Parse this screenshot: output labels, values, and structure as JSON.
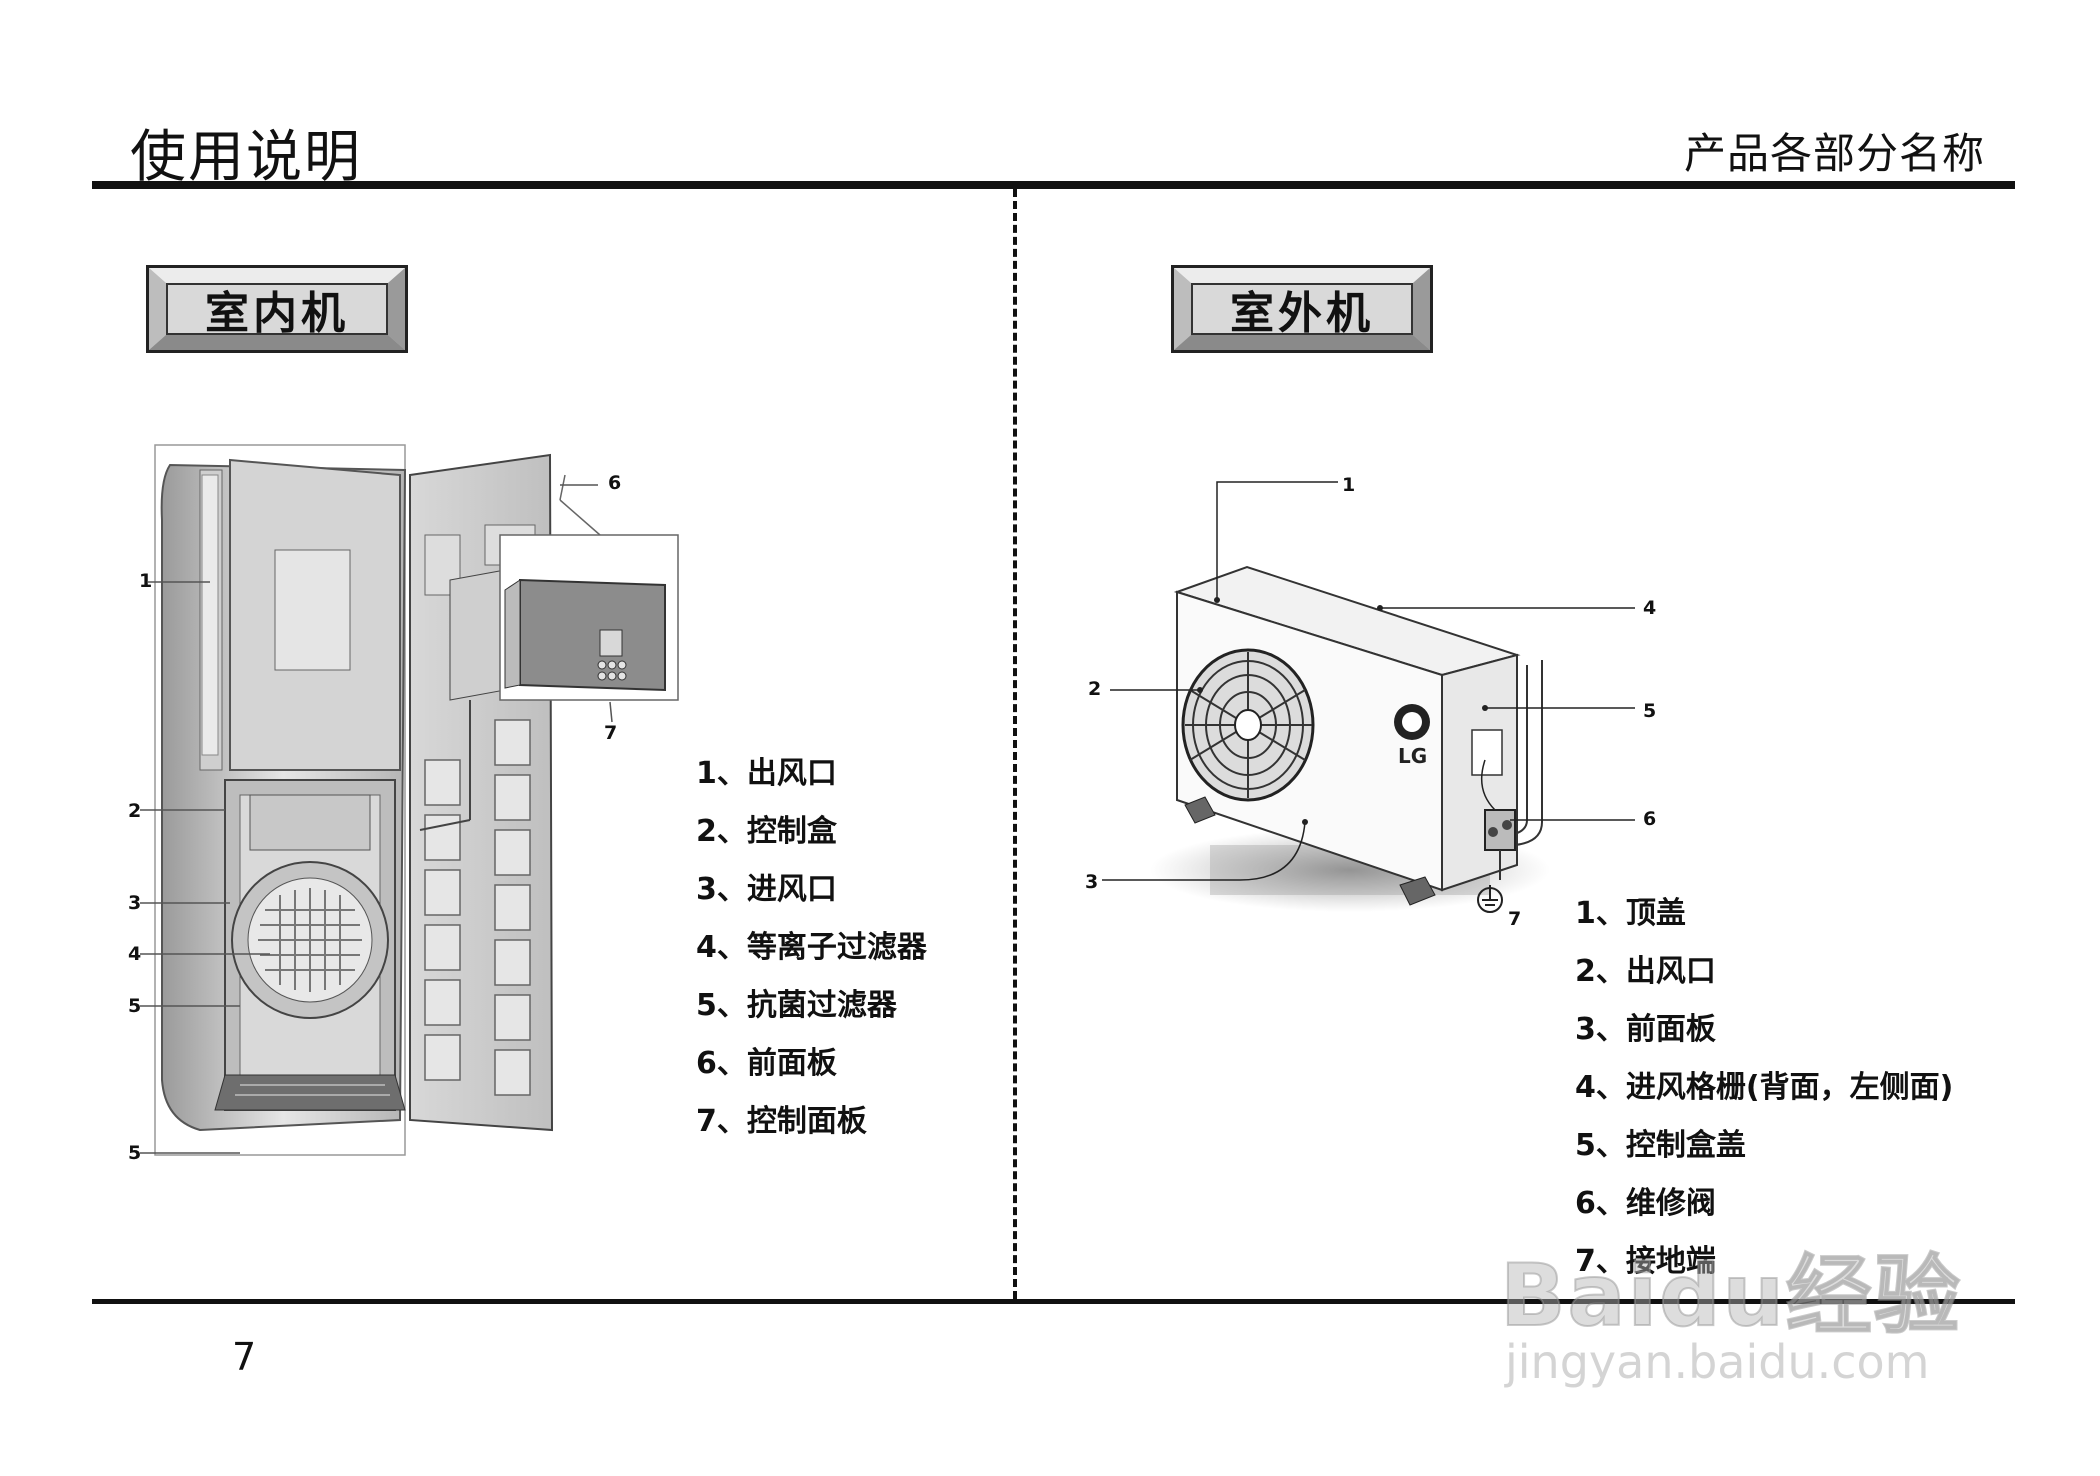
{
  "header": {
    "title": "使用说明",
    "subtitle": "产品各部分名称"
  },
  "indoor": {
    "label": "室内机",
    "callouts": [
      "1",
      "2",
      "3",
      "4",
      "5",
      "5",
      "6",
      "7"
    ],
    "legend": [
      "1、出风口",
      "2、控制盒",
      "3、进风口",
      "4、等离子过滤器",
      "5、抗菌过滤器",
      "6、前面板",
      "7、控制面板"
    ]
  },
  "outdoor": {
    "label": "室外机",
    "brand": "LG",
    "callouts": [
      "1",
      "2",
      "3",
      "4",
      "5",
      "6",
      "7"
    ],
    "legend": [
      "1、顶盖",
      "2、出风口",
      "3、前面板",
      "4、进风格栅(背面，左侧面)",
      "5、控制盒盖",
      "6、维修阀",
      "7、接地端"
    ]
  },
  "page_number": "7",
  "watermark": {
    "logo": "Baidu经验",
    "url": "jingyan.baidu.com"
  }
}
